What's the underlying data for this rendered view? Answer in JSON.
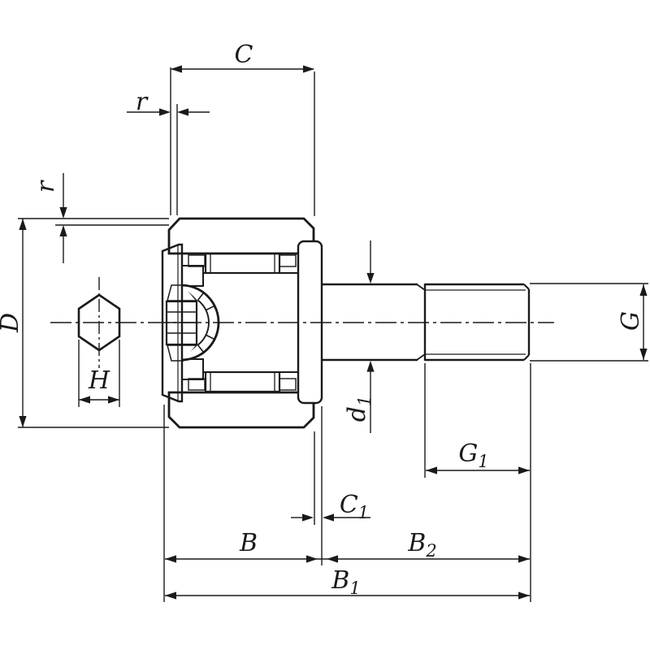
{
  "drawing": {
    "labels": {
      "c": "C",
      "r_top": "r",
      "r_left": "r",
      "d_outer": "D",
      "h": "H",
      "g": "G",
      "d1": {
        "base": "d",
        "sub": "1"
      },
      "g1": {
        "base": "G",
        "sub": "1"
      },
      "c1": {
        "base": "C",
        "sub": "1"
      },
      "b": "B",
      "b2": {
        "base": "B",
        "sub": "2"
      },
      "b1": {
        "base": "B",
        "sub": "1"
      }
    },
    "colors": {
      "ink": "#1a1a1a",
      "paper": "#ffffff",
      "seal": "#4f4f4f"
    }
  }
}
